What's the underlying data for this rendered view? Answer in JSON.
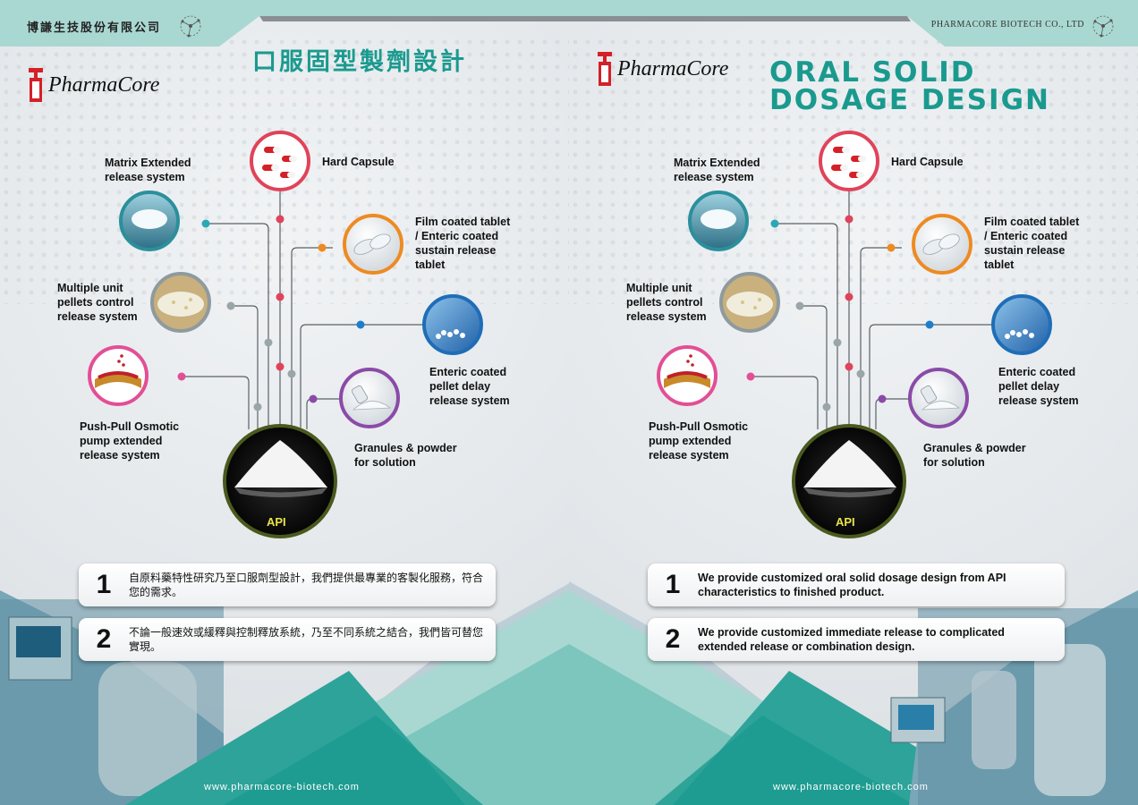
{
  "header": {
    "company_zh": "博謙生技股份有限公司",
    "company_en": "PHARMACORE BIOTECH CO., LTD"
  },
  "brand": {
    "logo_text": "PharmaCore",
    "red": "#d42027",
    "teal": "#1a9a8f"
  },
  "left": {
    "title": "口服固型製劑設計",
    "points": [
      {
        "num": "1",
        "text": "自原料藥特性研究乃至口服劑型設計，我們提供最專業的客製化服務，符合您的需求。"
      },
      {
        "num": "2",
        "text": "不論一般速效或緩釋與控制釋放系統，乃至不同系統之結合，我們皆可替您實現。"
      }
    ],
    "url": "www.pharmacore-biotech.com"
  },
  "right": {
    "title_line1": "ORAL SOLID",
    "title_line2": "DOSAGE DESIGN",
    "points": [
      {
        "num": "1",
        "text": "We provide customized oral solid dosage design from API characteristics to finished product."
      },
      {
        "num": "2",
        "text": "We provide customized immediate release to complicated extended release or combination design."
      }
    ],
    "url": "www.pharmacore-biotech.com"
  },
  "diagram": {
    "api_label": "API",
    "nodes": {
      "hard_capsule": {
        "label": "Hard Capsule",
        "color": "#e0435a"
      },
      "matrix": {
        "label_1": "Matrix Extended",
        "label_2": "release system",
        "color": "#2aa8b4"
      },
      "film": {
        "label_1": "Film coated tablet",
        "label_2": "/ Enteric coated",
        "label_3": "sustain release",
        "label_4": "tablet",
        "color": "#ee8a22"
      },
      "multiple": {
        "label_1": "Multiple unit",
        "label_2": "pellets control",
        "label_3": "release system",
        "color": "#9aa5a8"
      },
      "enteric": {
        "label_1": "Enteric coated",
        "label_2": "pellet delay",
        "label_3": "release system",
        "color": "#1f7ec9"
      },
      "osmotic": {
        "label_1": "Push-Pull Osmotic",
        "label_2": "pump extended",
        "label_3": "release system",
        "color": "#e24f95"
      },
      "granules": {
        "label_1": "Granules & powder",
        "label_2": "for solution",
        "color": "#8b4aa8"
      }
    }
  }
}
